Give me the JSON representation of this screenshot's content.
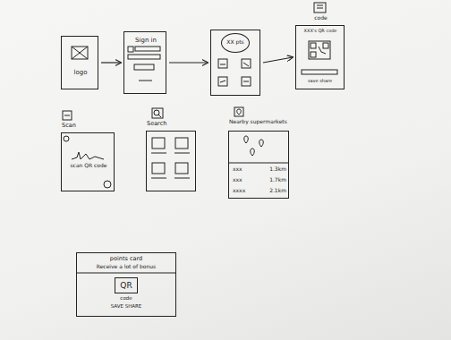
{
  "diagram": {
    "nodes": [
      {
        "text": [
          "logo"
        ]
      },
      {
        "text": [
          "Sign in"
        ]
      },
      {
        "text": []
      },
      {
        "text": [
          "XX pts"
        ],
        "in": 2
      },
      {
        "text": [
          "code",
          "XXX's QR code",
          "save share"
        ]
      },
      {
        "text": [
          "Scan",
          "scan QR code"
        ]
      },
      {
        "text": [
          "Search"
        ]
      },
      {
        "text": [
          "Nearby supermarkets",
          "xxx",
          "1.3km",
          "xxx",
          "1.7km",
          "xxxx",
          "2.1km"
        ]
      },
      {
        "text": [
          "points card",
          "Receive a lot of bonus",
          "code",
          "SAVE SHARE"
        ]
      },
      {
        "text": [
          "QR"
        ],
        "in": 8
      }
    ],
    "edges": [
      {
        "from": 0,
        "to": 1,
        "arrow": "to"
      },
      {
        "from": 1,
        "to": 2,
        "arrow": "to"
      },
      {
        "from": 2,
        "to": 4,
        "arrow": "to"
      }
    ]
  }
}
